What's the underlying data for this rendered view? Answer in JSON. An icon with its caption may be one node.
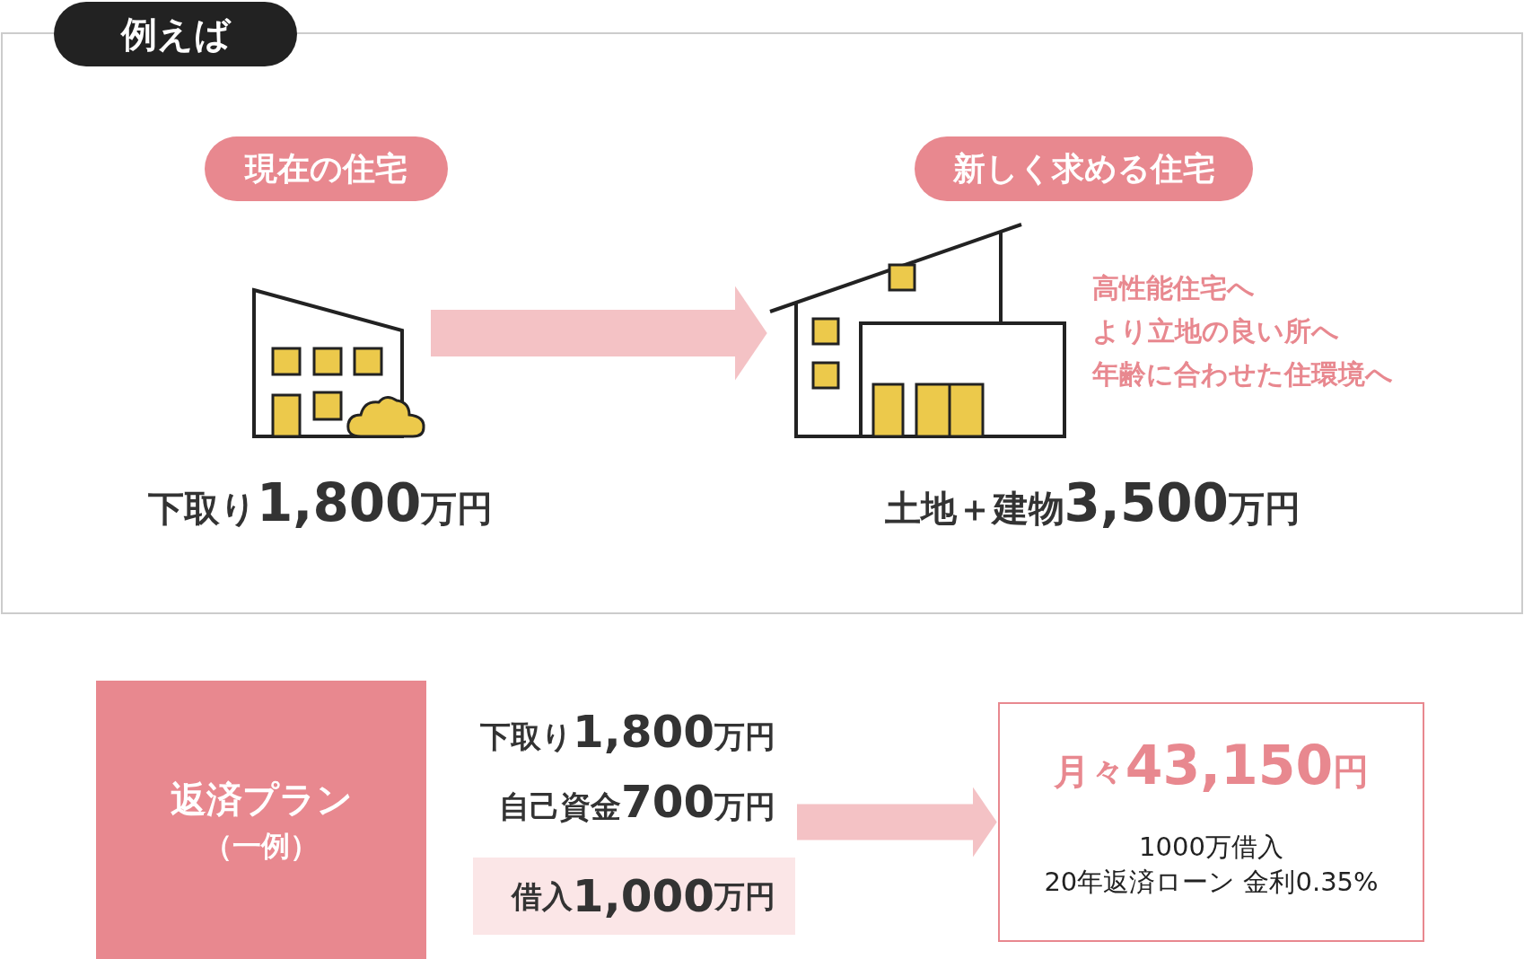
{
  "diagram": {
    "nodes": [
      {
        "text": [
          "例えば"
        ]
      },
      {
        "text": [
          "現在の住宅"
        ],
        "in": 0
      },
      {
        "text": [
          "新しく求める住宅"
        ],
        "in": 0
      },
      {
        "text": [],
        "shape": "picture",
        "in": 0,
        "beside": [
          "下取り**1,800**万円"
        ]
      },
      {
        "text": [],
        "shape": "picture",
        "in": 0,
        "beside": [
          "高性能住宅へ",
          "より立地の良い所へ",
          "年齢に合わせた住環境へ",
          "土地＋建物**3,500**万円"
        ]
      },
      {
        "text": [
          "返済プラン",
          "（一例）"
        ]
      },
      {
        "text": [
          "借入**1,000**万円"
        ]
      },
      {
        "text": [
          "月々**43,150**円",
          "1000万借入 20年返済ローン 金利0.35%"
        ]
      }
    ],
    "edges": [
      {
        "from": 3,
        "to": 4,
        "arrow": "to"
      },
      {
        "from": 6,
        "to": 7,
        "arrow": "to"
      }
    ],
    "labels": [
      "下取り**1,800**万円",
      "自己資金**700**万円"
    ]
  }
}
